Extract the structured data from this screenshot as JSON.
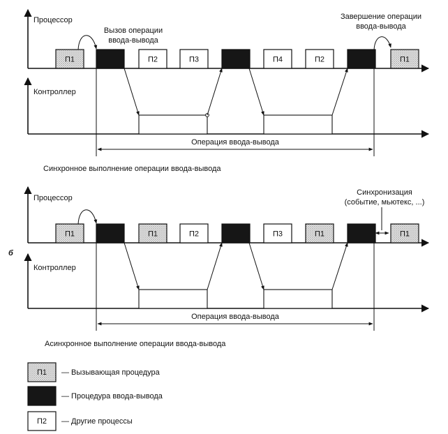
{
  "diagrams": [
    {
      "processor_label": "Процессор",
      "controller_label": "Контроллер",
      "call_label_line1": "Вызов операции",
      "call_label_line2": "ввода-вывода",
      "complete_label_line1": "Завершение операции",
      "complete_label_line2": "ввода-вывода",
      "processor_boxes": [
        {
          "kind": "caller",
          "label": "П1"
        },
        {
          "kind": "io",
          "label": ""
        },
        {
          "kind": "other",
          "label": "П2"
        },
        {
          "kind": "other",
          "label": "П3"
        },
        {
          "kind": "io",
          "label": ""
        },
        {
          "kind": "other",
          "label": "П4"
        },
        {
          "kind": "other",
          "label": "П2"
        },
        {
          "kind": "io",
          "label": ""
        },
        {
          "kind": "caller",
          "label": "П1"
        }
      ],
      "io_operation_label": "Операция ввода-вывода",
      "caption": "Синхронное выполнение операции ввода-вывода"
    },
    {
      "side_letter": "б",
      "processor_label": "Процессор",
      "controller_label": "Контроллер",
      "sync_label_line1": "Синхронизация",
      "sync_label_line2": "(событие, мьютекс, ...)",
      "processor_boxes": [
        {
          "kind": "caller",
          "label": "П1"
        },
        {
          "kind": "io",
          "label": ""
        },
        {
          "kind": "caller",
          "label": "П1"
        },
        {
          "kind": "other",
          "label": "П2"
        },
        {
          "kind": "io",
          "label": ""
        },
        {
          "kind": "other",
          "label": "П3"
        },
        {
          "kind": "caller",
          "label": "П1"
        },
        {
          "kind": "io",
          "label": ""
        },
        {
          "kind": "caller",
          "label": "П1"
        }
      ],
      "io_operation_label": "Операция ввода-вывода",
      "caption": "Асинхронное выполнение операции ввода-вывода"
    }
  ],
  "legend": [
    {
      "kind": "caller",
      "box_label": "П1",
      "text": "— Вызывающая процедура"
    },
    {
      "kind": "io",
      "box_label": "",
      "text": "— Процедура ввода-вывода"
    },
    {
      "kind": "other",
      "box_label": "П2",
      "text": "— Другие процессы"
    }
  ]
}
